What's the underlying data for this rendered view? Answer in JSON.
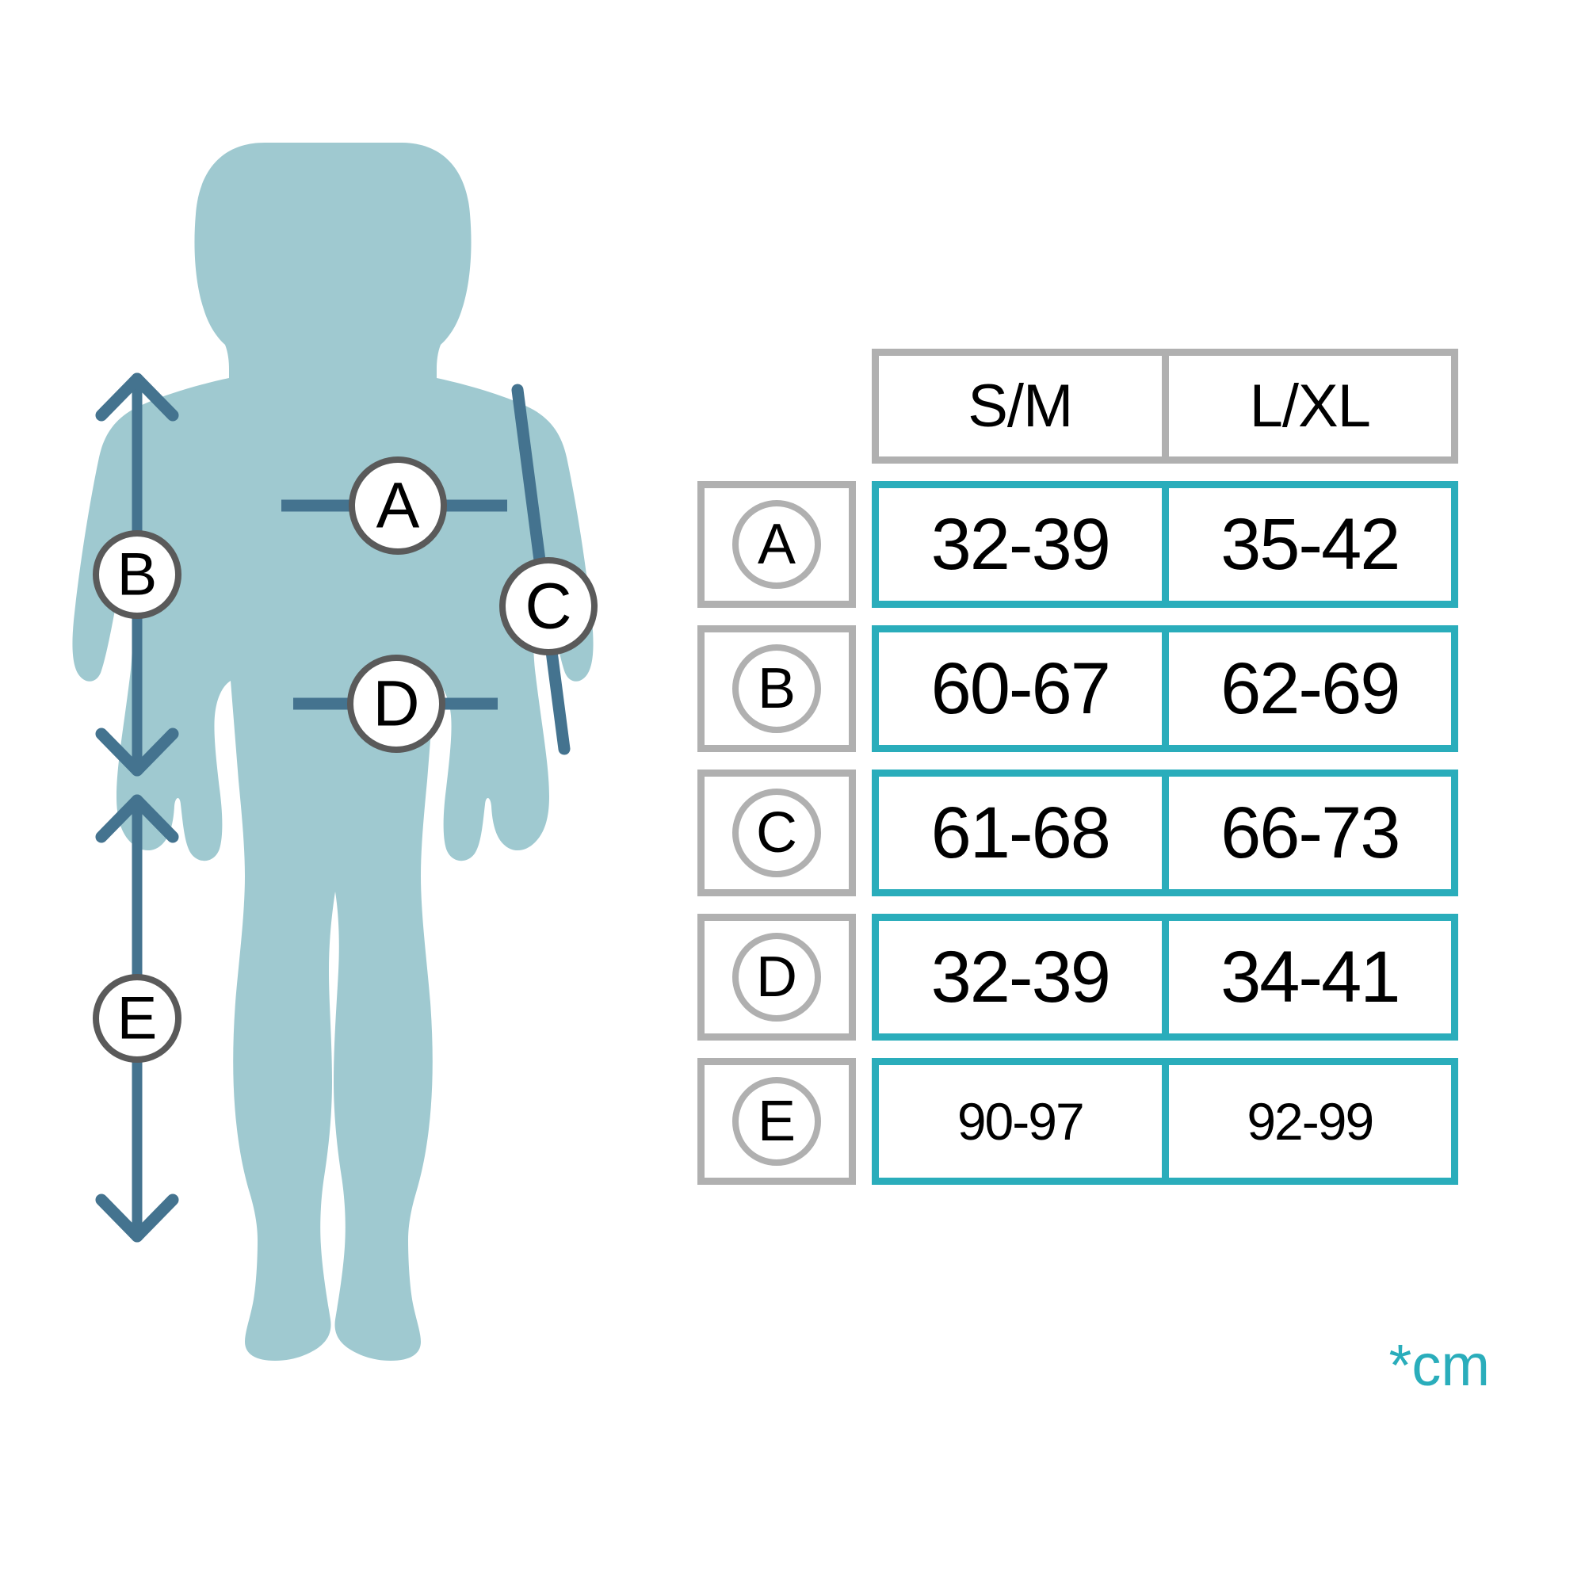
{
  "figure": {
    "silhouette_color": "#9fc9d0",
    "measure_line_color": "#44738f",
    "marker_ring_color": "#5a5a5a",
    "markers": [
      {
        "id": "A",
        "label": "A",
        "type": "chest-circumference"
      },
      {
        "id": "B",
        "label": "B",
        "type": "torso-length-arrow"
      },
      {
        "id": "C",
        "label": "C",
        "type": "sleeve-length"
      },
      {
        "id": "D",
        "label": "D",
        "type": "waist-circumference"
      },
      {
        "id": "E",
        "label": "E",
        "type": "inseam-length-arrow"
      }
    ]
  },
  "table": {
    "columns": [
      "S/M",
      "L/XL"
    ],
    "rows": [
      {
        "label": "A",
        "values": [
          "32-39",
          "35-42"
        ],
        "emphasis": "large"
      },
      {
        "label": "B",
        "values": [
          "60-67",
          "62-69"
        ],
        "emphasis": "large"
      },
      {
        "label": "C",
        "values": [
          "61-68",
          "66-73"
        ],
        "emphasis": "large"
      },
      {
        "label": "D",
        "values": [
          "32-39",
          "34-41"
        ],
        "emphasis": "large"
      },
      {
        "label": "E",
        "values": [
          "90-97",
          "92-99"
        ],
        "emphasis": "small"
      }
    ],
    "unit_note": "*cm",
    "colors": {
      "header_border": "#b0b0b0",
      "label_border": "#b0b0b0",
      "value_border": "#2aadbb",
      "unit_note": "#2aadbb",
      "text": "#000000"
    }
  }
}
